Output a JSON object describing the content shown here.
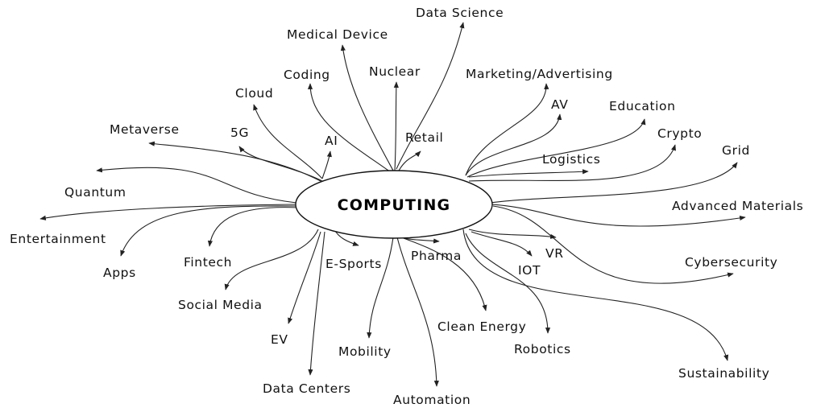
{
  "center": {
    "label": "COMPUTING"
  },
  "colors": {
    "line": "#222222",
    "text": "#111111"
  },
  "nodes": [
    {
      "id": "data-science",
      "label": "Data Science"
    },
    {
      "id": "medical-device",
      "label": "Medical Device"
    },
    {
      "id": "nuclear",
      "label": "Nuclear"
    },
    {
      "id": "coding",
      "label": "Coding"
    },
    {
      "id": "marketing-advertising",
      "label": "Marketing/Advertising"
    },
    {
      "id": "cloud",
      "label": "Cloud"
    },
    {
      "id": "av",
      "label": "AV"
    },
    {
      "id": "education",
      "label": "Education"
    },
    {
      "id": "metaverse",
      "label": "Metaverse"
    },
    {
      "id": "5g",
      "label": "5G"
    },
    {
      "id": "ai",
      "label": "AI"
    },
    {
      "id": "retail",
      "label": "Retail"
    },
    {
      "id": "crypto",
      "label": "Crypto"
    },
    {
      "id": "grid",
      "label": "Grid"
    },
    {
      "id": "logistics",
      "label": "Logistics"
    },
    {
      "id": "quantum",
      "label": "Quantum"
    },
    {
      "id": "advanced-materials",
      "label": "Advanced Materials"
    },
    {
      "id": "entertainment",
      "label": "Entertainment"
    },
    {
      "id": "fintech",
      "label": "Fintech"
    },
    {
      "id": "e-sports",
      "label": "E-Sports"
    },
    {
      "id": "pharma",
      "label": "Pharma"
    },
    {
      "id": "vr",
      "label": "VR"
    },
    {
      "id": "cybersecurity",
      "label": "Cybersecurity"
    },
    {
      "id": "apps",
      "label": "Apps"
    },
    {
      "id": "iot",
      "label": "IOT"
    },
    {
      "id": "social-media",
      "label": "Social Media"
    },
    {
      "id": "clean-energy",
      "label": "Clean Energy"
    },
    {
      "id": "ev",
      "label": "EV"
    },
    {
      "id": "robotics",
      "label": "Robotics"
    },
    {
      "id": "mobility",
      "label": "Mobility"
    },
    {
      "id": "sustainability",
      "label": "Sustainability"
    },
    {
      "id": "data-centers",
      "label": "Data Centers"
    },
    {
      "id": "automation",
      "label": "Automation"
    }
  ]
}
